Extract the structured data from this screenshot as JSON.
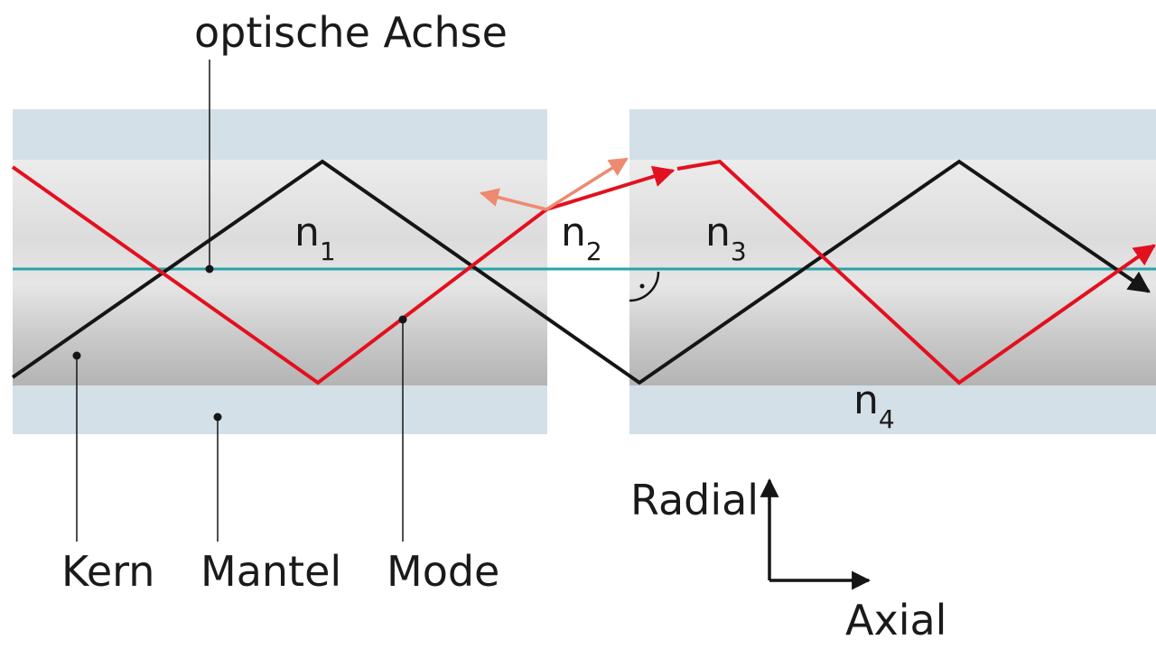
{
  "labels": {
    "optical_axis": "optische Achse",
    "core": "Kern",
    "cladding": "Mantel",
    "mode": "Mode",
    "radial": "Radial",
    "axial": "Axial"
  },
  "indices": [
    {
      "base": "n",
      "sub": "1"
    },
    {
      "base": "n",
      "sub": "2"
    },
    {
      "base": "n",
      "sub": "3"
    },
    {
      "base": "n",
      "sub": "4"
    }
  ],
  "colors": {
    "cladding": "#d3e0e7",
    "core_light": "#f2f2f2",
    "core_dark": "#b9b9b9",
    "axis": "#2aa3a8",
    "ray_black": "#151515",
    "ray_red": "#e3101f",
    "ray_reflected": "#ee8a70"
  }
}
